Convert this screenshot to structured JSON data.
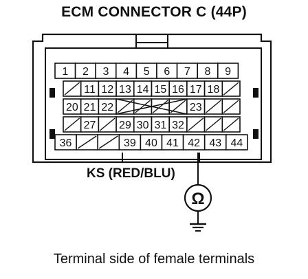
{
  "title": "ECM CONNECTOR C (44P)",
  "caption": "Terminal side of female terminals",
  "wire_label": "KS (RED/BLU)",
  "meter_symbol": "Ω",
  "meter_icon": "ohmmeter-icon",
  "ground_icon": "ground-icon",
  "probe_terminal": "42",
  "rows": [
    [
      "1",
      "2",
      "3",
      "4",
      "5",
      "6",
      "7",
      "8",
      "9"
    ],
    [
      "",
      "11",
      "12",
      "13",
      "14",
      "15",
      "16",
      "17",
      "18",
      ""
    ],
    [
      "20",
      "21",
      "22",
      "",
      "",
      "",
      "",
      "23",
      "",
      ""
    ],
    [
      "",
      "27",
      "",
      "29",
      "30",
      "31",
      "32",
      "",
      "",
      ""
    ],
    [
      "36",
      "",
      "",
      "39",
      "40",
      "41",
      "42",
      "43",
      "44"
    ]
  ]
}
